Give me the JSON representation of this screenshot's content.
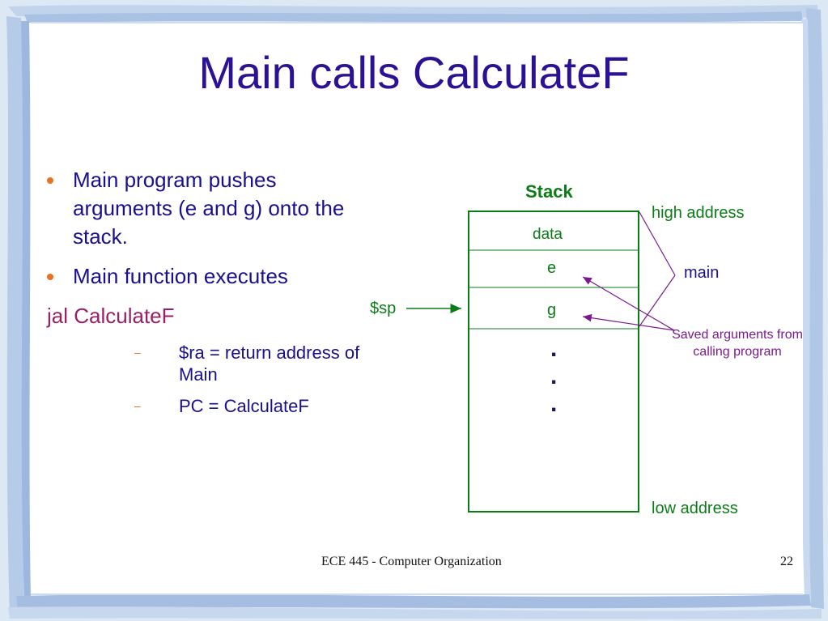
{
  "slide": {
    "title": "Main calls CalculateF",
    "bullets": [
      "Main program pushes arguments (e and g) onto the stack.",
      "Main function executes"
    ],
    "instruction": "jal CalculateF",
    "sub_bullets": [
      "$ra = return address of Main",
      "PC = CalculateF"
    ],
    "footer_text": "ECE 445 - Computer Organization",
    "page_number": "22"
  },
  "diagram": {
    "stack_label": "Stack",
    "high_address": "high address",
    "low_address": "low address",
    "cells": [
      "data",
      "e",
      "g"
    ],
    "ellipsis": ".",
    "sp_label": "$sp",
    "brace_label": "main",
    "annotation": "Saved arguments from calling program"
  },
  "colors": {
    "title": "#2a1196",
    "body": "#1a0f8c",
    "instruction": "#9a1f64",
    "bullet": "#e8731c",
    "diagram_green": "#0b7d17",
    "annotation_purple": "#7a1a8e",
    "frame_blue": "#b9cde8"
  }
}
